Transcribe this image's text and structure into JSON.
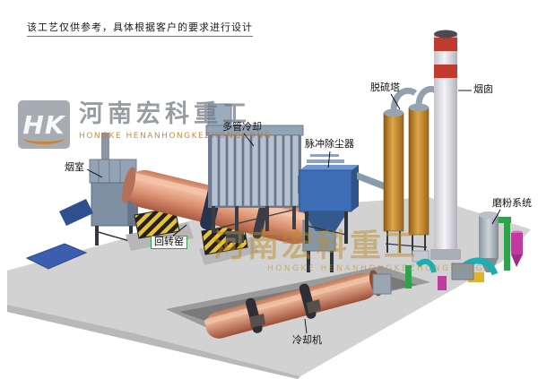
{
  "disclaimer": "该工艺仅供参考，具体根据客户的要求进行设计",
  "labels": {
    "smoke_chamber": "烟室",
    "rotary_kiln": "回转窑",
    "multi_tube_cooler": "多管冷却",
    "pulse_dust_collector": "脉冲除尘器",
    "desulfurization_tower": "脱硫塔",
    "chimney": "烟囱",
    "grinding_system": "磨粉系统",
    "cooling_machine": "冷却机"
  },
  "watermark": {
    "logo_monogram": "HK",
    "brand_cn": "河南宏科重工",
    "brand_en": "HONGKE HENANHONGKEZHONGGONG",
    "center_cn": "河南宏科重工",
    "center_en": "HONGKE HENANHONGKEZHONGGONG"
  },
  "colors": {
    "kiln_salmon": "#e8a285",
    "collector_blue": "#3f6db5",
    "tower_orange": "#d99b3f",
    "chimney_red": "#bf3b30",
    "watermark_tan": "#ba8c2a",
    "label_green_border": "#2e9e4f",
    "ground_gray": "#d2d2d2"
  }
}
